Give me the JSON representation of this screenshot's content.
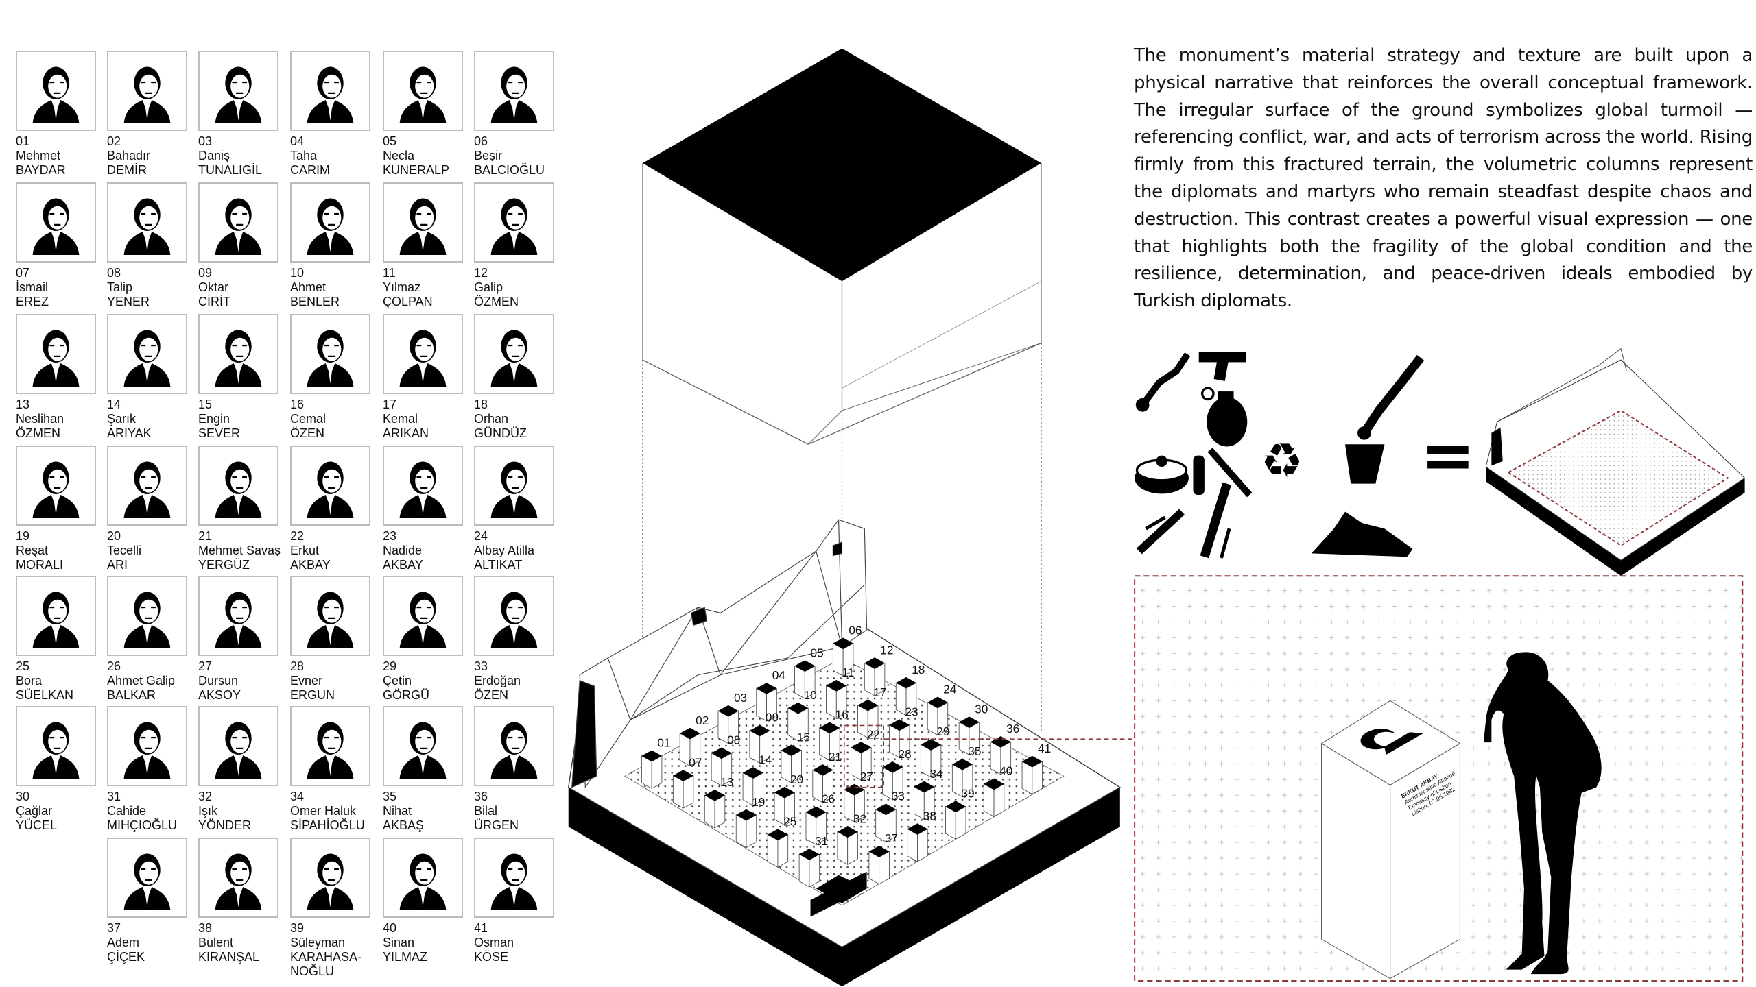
{
  "people": [
    {
      "num": "01",
      "first": "Mehmet",
      "last": "BAYDAR"
    },
    {
      "num": "02",
      "first": "Bahadır",
      "last": "DEMİR"
    },
    {
      "num": "03",
      "first": "Daniş",
      "last": "TUNALIGİL"
    },
    {
      "num": "04",
      "first": "Taha",
      "last": "CARIM"
    },
    {
      "num": "05",
      "first": "Necla",
      "last": "KUNERALP"
    },
    {
      "num": "06",
      "first": "Beşir",
      "last": "BALCIOĞLU"
    },
    {
      "num": "07",
      "first": "İsmail",
      "last": "EREZ"
    },
    {
      "num": "08",
      "first": "Talip",
      "last": "YENER"
    },
    {
      "num": "09",
      "first": "Oktar",
      "last": "CİRİT"
    },
    {
      "num": "10",
      "first": "Ahmet",
      "last": "BENLER"
    },
    {
      "num": "11",
      "first": "Yılmaz",
      "last": "ÇOLPAN"
    },
    {
      "num": "12",
      "first": "Galip",
      "last": "ÖZMEN"
    },
    {
      "num": "13",
      "first": "Neslihan",
      "last": "ÖZMEN"
    },
    {
      "num": "14",
      "first": "Şarık",
      "last": "ARIYAK"
    },
    {
      "num": "15",
      "first": "Engin",
      "last": "SEVER"
    },
    {
      "num": "16",
      "first": "Cemal",
      "last": "ÖZEN"
    },
    {
      "num": "17",
      "first": "Kemal",
      "last": "ARIKAN"
    },
    {
      "num": "18",
      "first": "Orhan",
      "last": "GÜNDÜZ"
    },
    {
      "num": "19",
      "first": "Reşat",
      "last": "MORALI"
    },
    {
      "num": "20",
      "first": "Tecelli",
      "last": "ARI"
    },
    {
      "num": "21",
      "first": "Mehmet Savaş",
      "last": "YERGÜZ"
    },
    {
      "num": "22",
      "first": "Erkut",
      "last": "AKBAY"
    },
    {
      "num": "23",
      "first": "Nadide",
      "last": "AKBAY"
    },
    {
      "num": "24",
      "first": "Albay Atilla",
      "last": "ALTIKAT"
    },
    {
      "num": "25",
      "first": "Bora",
      "last": "SÜELKAN"
    },
    {
      "num": "26",
      "first": "Ahmet Galip",
      "last": "BALKAR"
    },
    {
      "num": "27",
      "first": "Dursun",
      "last": "AKSOY"
    },
    {
      "num": "28",
      "first": "Evner",
      "last": "ERGUN"
    },
    {
      "num": "29",
      "first": "Çetin",
      "last": "GÖRGÜ"
    },
    {
      "num": "33",
      "first": "Erdoğan",
      "last": "ÖZEN"
    },
    {
      "num": "30",
      "first": "Çağlar",
      "last": "YÜCEL"
    },
    {
      "num": "31",
      "first": "Cahide",
      "last": "MIHÇIOĞLU"
    },
    {
      "num": "32",
      "first": "Işık",
      "last": "YÖNDER"
    },
    {
      "num": "34",
      "first": "Ömer Haluk",
      "last": "SİPAHİOĞLU"
    },
    {
      "num": "35",
      "first": "Nihat",
      "last": "AKBAŞ"
    },
    {
      "num": "36",
      "first": "Bilal",
      "last": "ÜRGEN"
    },
    {
      "num": "37",
      "first": "Adem",
      "last": "ÇİÇEK"
    },
    {
      "num": "38",
      "first": "Bülent",
      "last": "KIRANŞAL"
    },
    {
      "num": "39",
      "first": "Süleyman",
      "last": "KARAHASA-",
      "last2": "NOĞLU"
    },
    {
      "num": "40",
      "first": "Sinan",
      "last": "YILMAZ"
    },
    {
      "num": "41",
      "first": "Osman",
      "last": "KÖSE"
    }
  ],
  "description": "The monument’s material strategy and texture are built upon a physical narrative that reinforces the overall conceptual framework. The irregular surface of the ground symbolizes global turmoil — referencing conflict, war, and acts of terrorism across the world. Rising firmly from this fractured terrain, the volumetric columns represent the diplomats and martyrs who remain steadfast despite chaos and destruction. This contrast creates a powerful visual expression — one that highlights both the fragility of the global condition and the resilience, determination, and peace-driven ideals embodied by Turkish diplomats.",
  "monument": {
    "column_labels": [
      "01",
      "02",
      "03",
      "04",
      "05",
      "06",
      "07",
      "08",
      "09",
      "10",
      "11",
      "12",
      "13",
      "14",
      "15",
      "16",
      "17",
      "18",
      "19",
      "20",
      "21",
      "22",
      "23",
      "24",
      "25",
      "26",
      "27",
      "28",
      "29",
      "30",
      "31",
      "32",
      "33",
      "34",
      "35",
      "36",
      "37",
      "38",
      "39",
      "40",
      "41"
    ]
  },
  "equation": {
    "recycle_symbol": "♻",
    "equals_symbol": "="
  },
  "pedestal": {
    "name": "ERKUT AKBAY",
    "title": "Administrative Attaché,",
    "embassy": "Embassy of Lisbon",
    "place_date": "Lisbon, 07.06.1982"
  },
  "colors": {
    "accent_dashed": "#8a3b3b",
    "ink": "#111111"
  }
}
